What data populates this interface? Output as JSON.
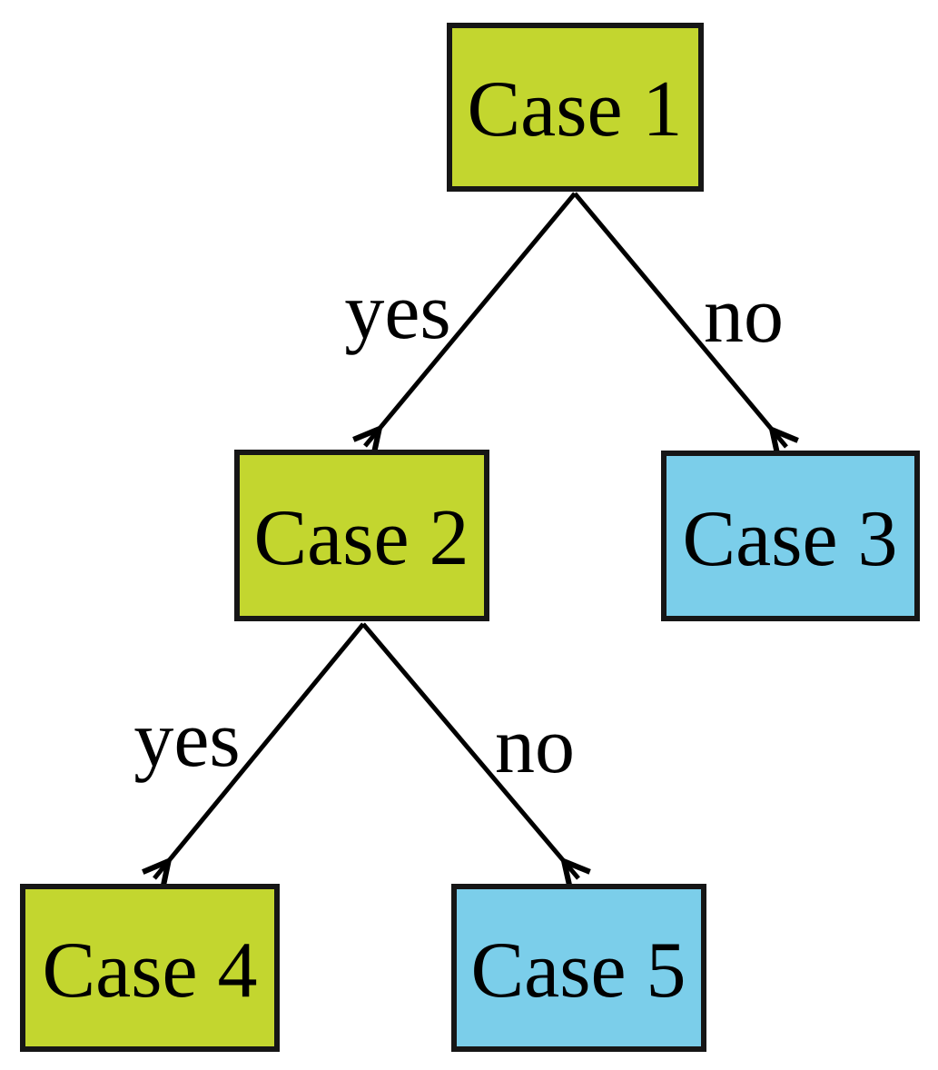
{
  "diagram": {
    "type": "decision-tree",
    "background": "#ffffff",
    "colors": {
      "green": "#c3d62f",
      "blue": "#7bceea",
      "node_border": "#161616",
      "arrow": "#000000",
      "text": "#000000"
    },
    "nodes": [
      {
        "id": "case-1",
        "label": "Case 1",
        "color": "green",
        "fill": "#c3d62f"
      },
      {
        "id": "case-2",
        "label": "Case 2",
        "color": "green",
        "fill": "#c3d62f"
      },
      {
        "id": "case-3",
        "label": "Case 3",
        "color": "blue",
        "fill": "#7bceea"
      },
      {
        "id": "case-4",
        "label": "Case 4",
        "color": "green",
        "fill": "#c3d62f"
      },
      {
        "id": "case-5",
        "label": "Case 5",
        "color": "blue",
        "fill": "#7bceea"
      }
    ],
    "edges": [
      {
        "from": "Case 1",
        "to": "Case 2",
        "label": "yes"
      },
      {
        "from": "Case 1",
        "to": "Case 3",
        "label": "no"
      },
      {
        "from": "Case 2",
        "to": "Case 4",
        "label": "yes"
      },
      {
        "from": "Case 2",
        "to": "Case 5",
        "label": "no"
      }
    ]
  }
}
